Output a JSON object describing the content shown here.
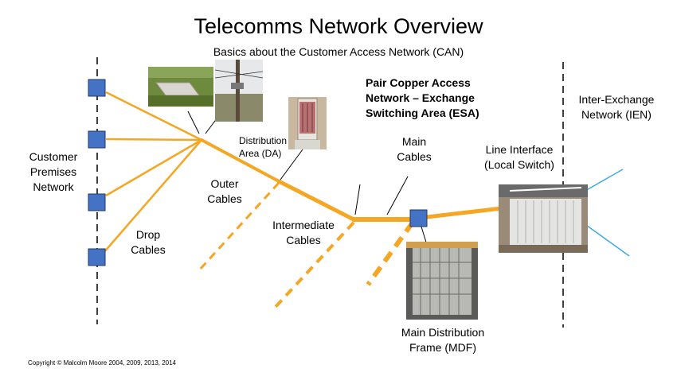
{
  "title": "Telecomms Network Overview",
  "subtitle": "Basics about the Customer Access Network (CAN)",
  "labels": {
    "customer_premises": "Customer\nPremises\nNetwork",
    "drop_cables": "Drop\nCables",
    "outer_cables": "Outer\nCables",
    "distribution_area": "Distribution\nArea (DA)",
    "intermediate_cables": "Intermediate\nCables",
    "pair_copper": "Pair Copper Access\nNetwork – Exchange\nSwitching Area (ESA)",
    "main_cables": "Main\nCables",
    "line_interface": "Line Interface\n(Local Switch)",
    "inter_exchange": "Inter-Exchange\nNetwork (IEN)",
    "mdf": "Main Distribution\nFrame (MDF)"
  },
  "copyright": "Copyright © Malcolm Moore 2004, 2009, 2013, 2014",
  "colors": {
    "cable": "#f5a623",
    "node_fill": "#4472c4",
    "node_stroke": "#1f3864",
    "ien_line": "#3fa9e0"
  }
}
